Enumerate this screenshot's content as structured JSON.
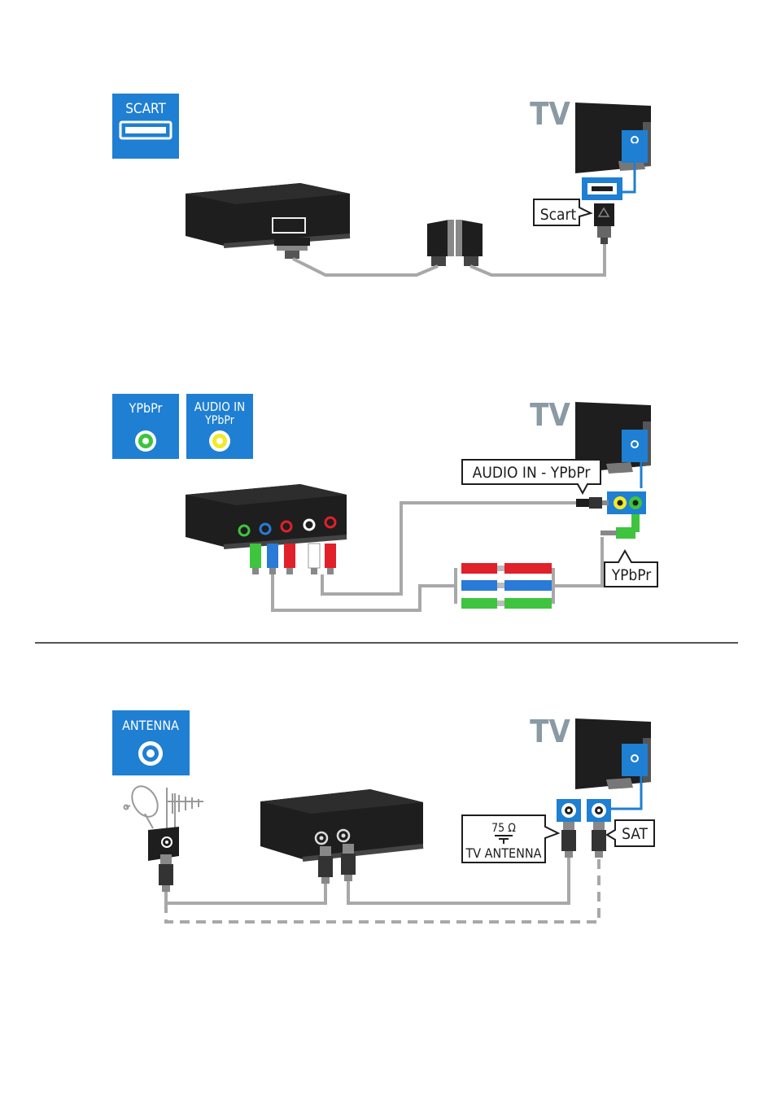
{
  "colors": {
    "blue": "#1f7fd2",
    "black": "#1e1e1e",
    "cable": "#a8a8a8",
    "tv_text": "#8a9aa4",
    "green": "#3ec43e",
    "yellow": "#f0ea2a",
    "red": "#e0202a",
    "rca_blue": "#2a7ad8",
    "white": "#ffffff"
  },
  "diagrams": {
    "scart": {
      "badge": "SCART",
      "tv": "TV",
      "callout": "Scart"
    },
    "ypbpr": {
      "badge_video": "YPbPr",
      "badge_audio_line1": "AUDIO IN",
      "badge_audio_line2": "YPbPr",
      "tv": "TV",
      "callout_audio": "AUDIO IN - YPbPr",
      "callout_video": "YPbPr"
    },
    "antenna": {
      "badge": "ANTENNA",
      "tv": "TV",
      "callout_ohm": "75 Ω",
      "callout_tv_antenna": "TV ANTENNA",
      "callout_sat": "SAT"
    }
  },
  "icons": [
    "scart-port-icon",
    "rca-port-icon",
    "antenna-port-icon",
    "tv-icon",
    "set-top-box-icon",
    "satellite-dish-icon",
    "aerial-icon"
  ]
}
